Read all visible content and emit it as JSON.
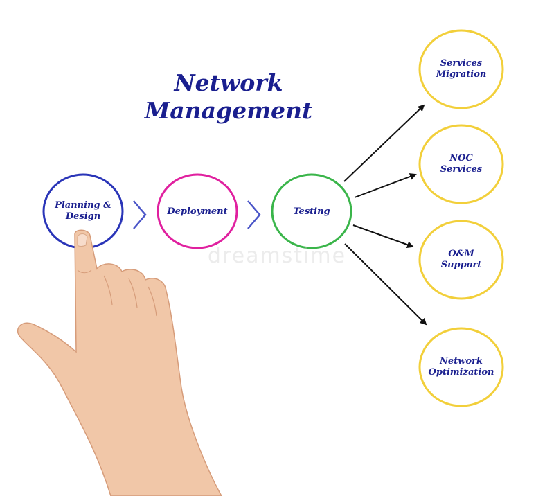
{
  "title": {
    "line1": "Network",
    "line2": "Management"
  },
  "watermark": "dreamstime",
  "stages": [
    {
      "label_line1": "Planning &",
      "label_line2": "Design",
      "color": "#2a35b8"
    },
    {
      "label_line1": "Deployment",
      "label_line2": "",
      "color": "#e0209f"
    },
    {
      "label_line1": "Testing",
      "label_line2": "",
      "color": "#3ab54a"
    }
  ],
  "outcomes": [
    {
      "label_line1": "Services",
      "label_line2": "Migration",
      "color": "#f2cf3a"
    },
    {
      "label_line1": "NOC",
      "label_line2": "Services",
      "color": "#f2cf3a"
    },
    {
      "label_line1": "O&M",
      "label_line2": "Support",
      "color": "#f2cf3a"
    },
    {
      "label_line1": "Network",
      "label_line2": "Optimization",
      "color": "#f2cf3a"
    }
  ],
  "connector_color": "#4a55c8",
  "arrow_color": "#111111"
}
